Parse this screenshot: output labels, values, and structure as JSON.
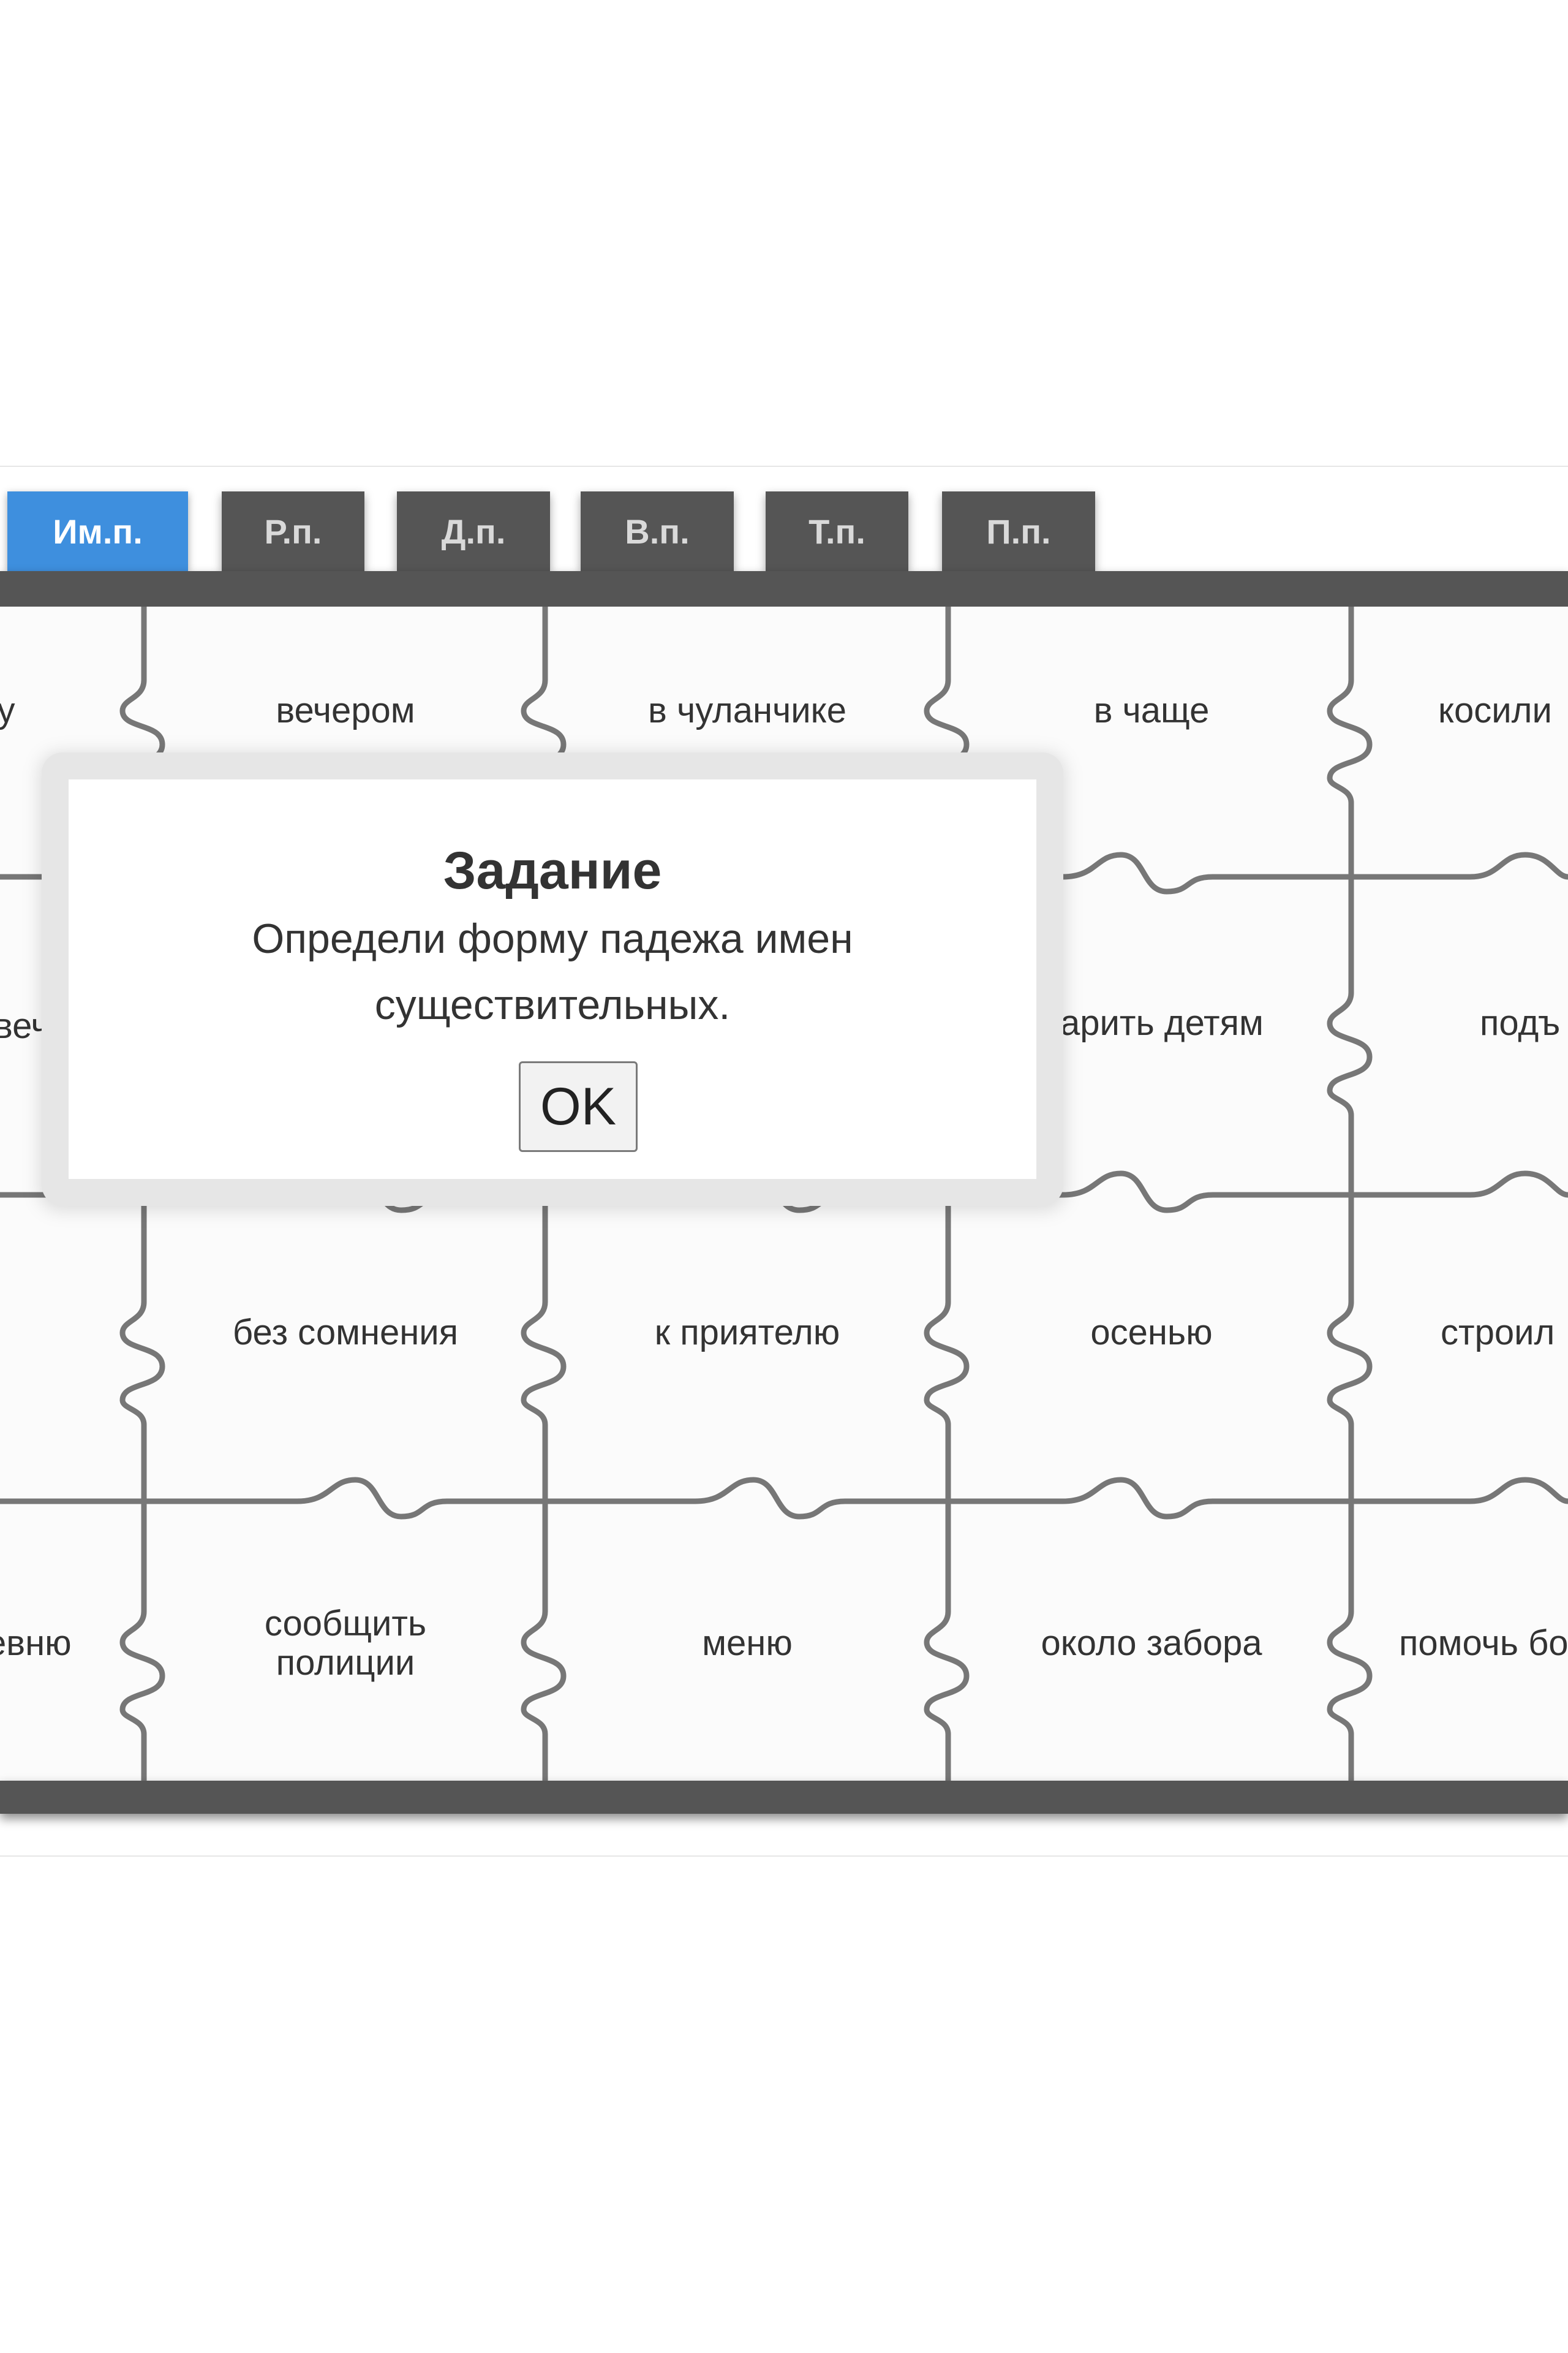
{
  "tabs": [
    {
      "label": "Им.п.",
      "active": true
    },
    {
      "label": "Р.п.",
      "active": false
    },
    {
      "label": "Д.п.",
      "active": false
    },
    {
      "label": "В.п.",
      "active": false
    },
    {
      "label": "Т.п.",
      "active": false
    },
    {
      "label": "П.п.",
      "active": false
    }
  ],
  "pieces": {
    "row1": [
      "у",
      "вечером",
      "в чуланчике",
      "в чаще",
      "косили"
    ],
    "row2": [
      "вече",
      "дарить детям",
      "подъ"
    ],
    "row3": [
      "без сомнения",
      "к приятелю",
      "осенью",
      "строил"
    ],
    "row4": [
      "евню",
      "сообщить полиции",
      "меню",
      "около забора",
      "помочь бо"
    ]
  },
  "modal": {
    "title": "Задание",
    "text_line1": "Определи форму падежа имен",
    "text_line2": "существительных.",
    "ok_label": "OK"
  },
  "colors": {
    "tab_active": "#3e8fde",
    "tab_inactive": "#555555",
    "board_frame": "#555555",
    "piece_outline": "#777777"
  }
}
